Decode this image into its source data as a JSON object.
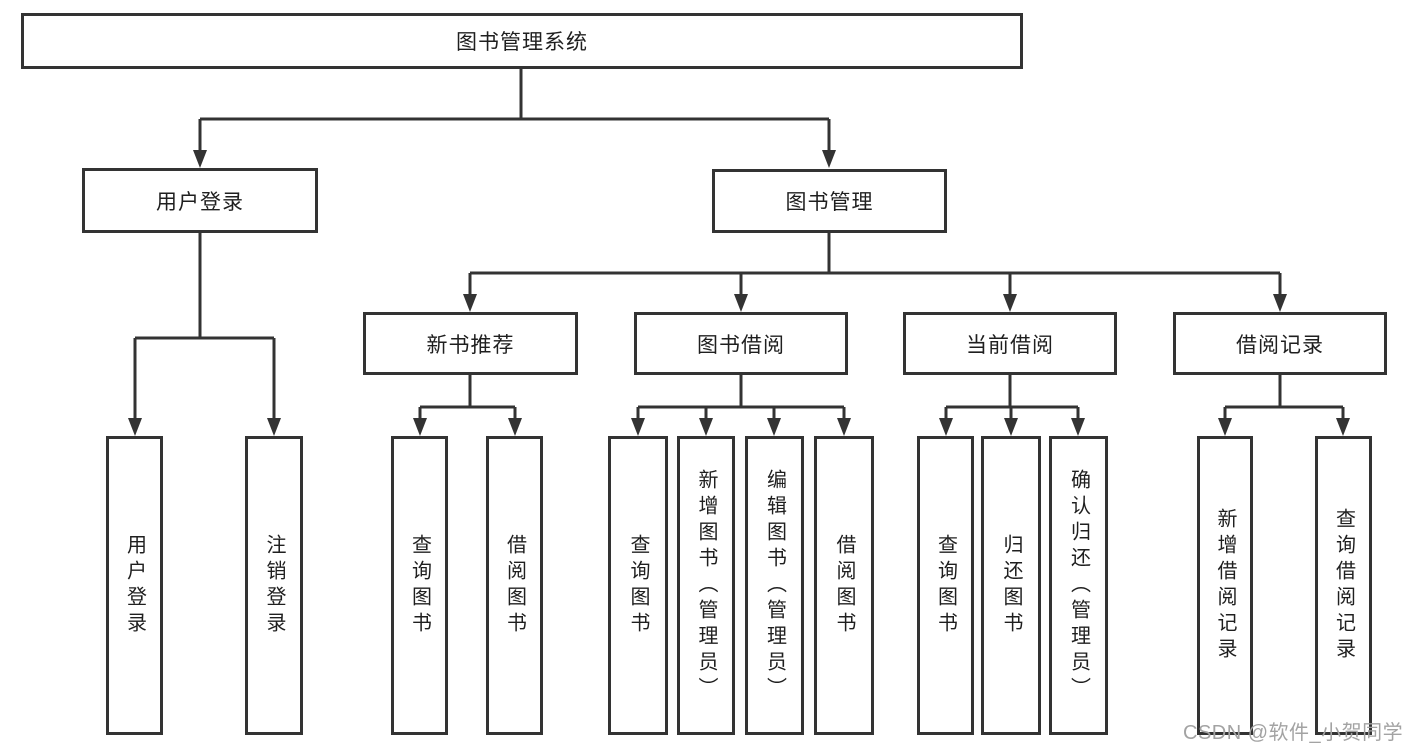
{
  "diagram": {
    "root": {
      "label": "图书管理系统"
    },
    "level2": [
      {
        "label": "用户登录"
      },
      {
        "label": "图书管理"
      }
    ],
    "level3": [
      {
        "label": "新书推荐",
        "parent": "图书管理"
      },
      {
        "label": "图书借阅",
        "parent": "图书管理"
      },
      {
        "label": "当前借阅",
        "parent": "图书管理"
      },
      {
        "label": "借阅记录",
        "parent": "图书管理"
      }
    ],
    "leaves": [
      {
        "label": "用户登录",
        "parent": "用户登录"
      },
      {
        "label": "注销登录",
        "parent": "用户登录"
      },
      {
        "label": "查询图书",
        "parent": "新书推荐"
      },
      {
        "label": "借阅图书",
        "parent": "新书推荐"
      },
      {
        "label": "查询图书",
        "parent": "图书借阅"
      },
      {
        "label": "新增图书（管理员）",
        "parent": "图书借阅"
      },
      {
        "label": "编辑图书（管理员）",
        "parent": "图书借阅"
      },
      {
        "label": "借阅图书",
        "parent": "图书借阅"
      },
      {
        "label": "查询图书",
        "parent": "当前借阅"
      },
      {
        "label": "归还图书",
        "parent": "当前借阅"
      },
      {
        "label": "确认归还（管理员）",
        "parent": "当前借阅"
      },
      {
        "label": "新增借阅记录",
        "parent": "借阅记录"
      },
      {
        "label": "查询借阅记录",
        "parent": "借阅记录"
      }
    ],
    "watermark": {
      "text": "CSDN @软件_小贺同学"
    },
    "colors": {
      "line": "#333333",
      "text": "#1f1f1f",
      "watermark": "#a3a3a3",
      "background": "#ffffff"
    }
  }
}
